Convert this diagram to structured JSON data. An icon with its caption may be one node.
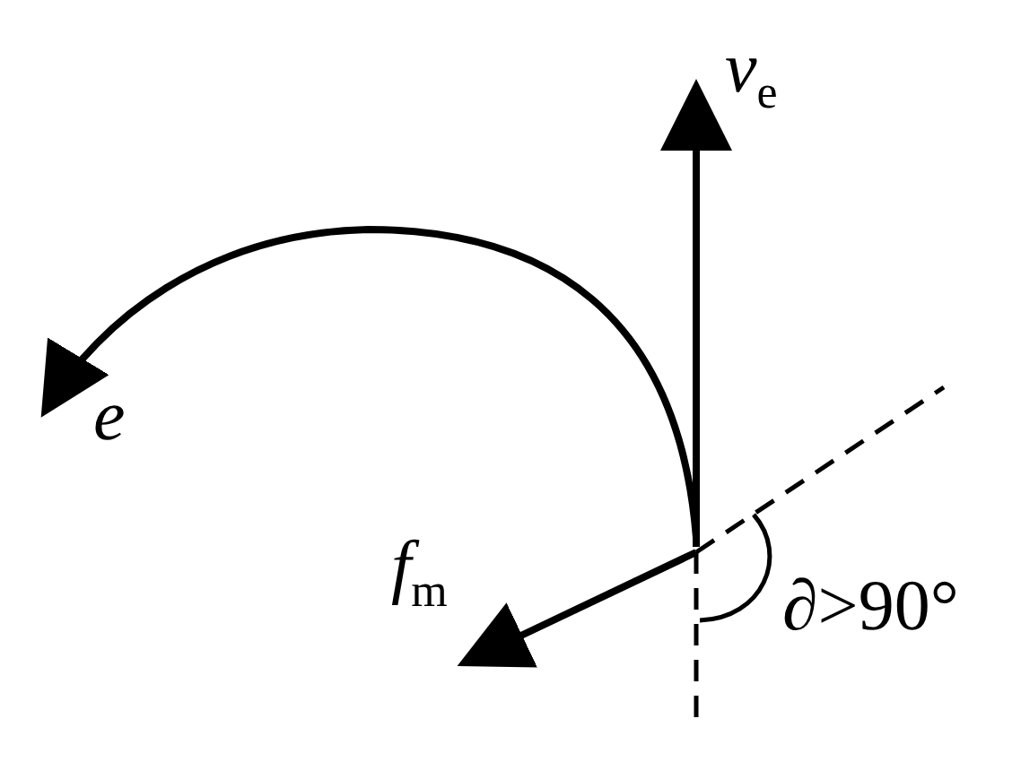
{
  "diagram": {
    "labels": [
      "*v*$_{e}$",
      "*e*",
      "*f*$_{m}$",
      "∂>90°"
    ]
  }
}
